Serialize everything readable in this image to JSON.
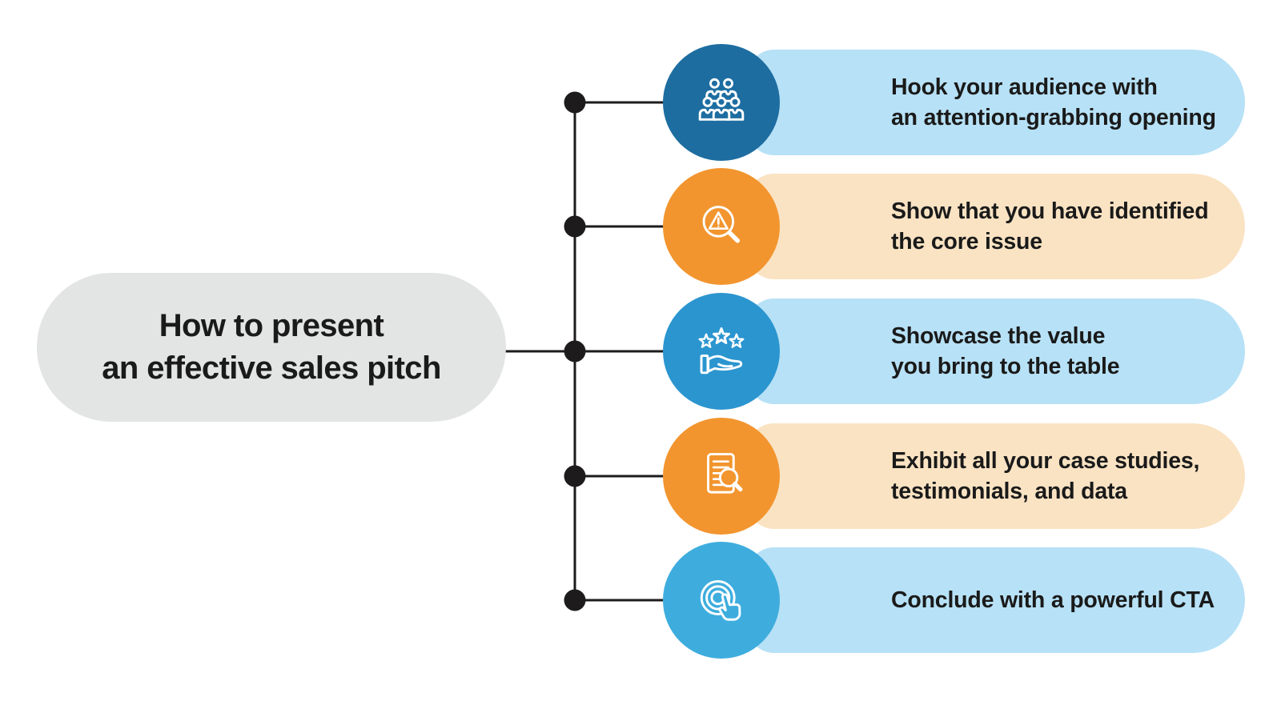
{
  "title": {
    "line1": "How to present",
    "line2": "an effective sales pitch"
  },
  "steps": [
    {
      "line1": "Hook your audience with",
      "line2": "an attention-grabbing opening",
      "icon": "audience-icon",
      "circle_color": "#1d6da1",
      "pill_color": "#b7e1f6"
    },
    {
      "line1": "Show that you have identified",
      "line2": "the core issue",
      "icon": "magnifier-warning-icon",
      "circle_color": "#f2952f",
      "pill_color": "#fae3c3"
    },
    {
      "line1": "Showcase the value",
      "line2": "you bring to the table",
      "icon": "hand-stars-icon",
      "circle_color": "#2b95cf",
      "pill_color": "#b7e1f6"
    },
    {
      "line1": "Exhibit all your case studies,",
      "line2": "testimonials, and data",
      "icon": "document-search-icon",
      "circle_color": "#f2952f",
      "pill_color": "#fae3c3"
    },
    {
      "line1": "Conclude with a powerful CTA",
      "icon": "target-click-icon",
      "circle_color": "#3eadde",
      "pill_color": "#b7e1f6"
    }
  ],
  "colors": {
    "background": "#ffffff",
    "title_pill_bg": "#e3e4e4",
    "text": "#1a1a1a",
    "connector": "#1d1b1b",
    "light_blue_pill": "#b7e1f6",
    "peach_pill": "#fae3c3",
    "dark_blue_circle": "#1d6da1",
    "orange_circle": "#f2952f",
    "mid_blue_circle": "#2b95cf",
    "light_blue_circle": "#3eadde"
  }
}
